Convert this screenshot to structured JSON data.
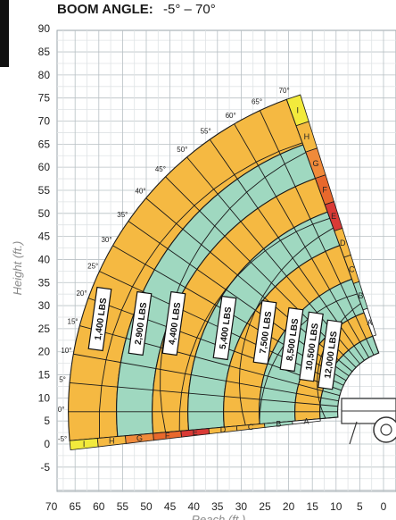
{
  "header": {
    "label": "BOOM ANGLE:",
    "range": "-5° – 70°"
  },
  "chart_data": {
    "type": "load-chart",
    "title": "BOOM ANGLE: -5° – 70°",
    "xlabel": "Reach (ft.)",
    "ylabel": "Height (ft.)",
    "xlim": [
      70,
      0
    ],
    "ylim": [
      -10,
      90
    ],
    "x_ticks": [
      70,
      65,
      60,
      55,
      50,
      45,
      40,
      35,
      30,
      25,
      20,
      15,
      10,
      5,
      0
    ],
    "y_ticks": [
      90,
      85,
      80,
      75,
      70,
      65,
      60,
      55,
      50,
      45,
      40,
      35,
      30,
      25,
      20,
      15,
      10,
      5,
      0,
      -5
    ],
    "grid": true,
    "boom_angles": [
      "-5°",
      "0°",
      "5°",
      "10°",
      "15°",
      "20°",
      "25°",
      "30°",
      "35°",
      "40°",
      "45°",
      "50°",
      "55°",
      "60°",
      "65°",
      "70°"
    ],
    "load_zones": [
      {
        "label": "1,400 LBS",
        "color": "#f5b942"
      },
      {
        "label": "2,900 LBS",
        "color": "#9fd8c0"
      },
      {
        "label": "4,400 LBS",
        "color": "#f5b942"
      },
      {
        "label": "5,400 LBS",
        "color": "#9fd8c0"
      },
      {
        "label": "7,500 LBS",
        "color": "#f5b942"
      },
      {
        "label": "8,500 LBS",
        "color": "#9fd8c0"
      },
      {
        "label": "10,500 LBS",
        "color": "#f5b942"
      },
      {
        "label": "12,000 LBS",
        "color": "#9fd8c0"
      }
    ],
    "extension_segments": [
      {
        "label": "I",
        "color": "#f2ea3c"
      },
      {
        "label": "H",
        "color": "#f5b942"
      },
      {
        "label": "G",
        "color": "#f08a3a"
      },
      {
        "label": "F",
        "color": "#e8682c"
      },
      {
        "label": "E",
        "color": "#d93a36"
      },
      {
        "label": "D",
        "color": "#f5b942"
      },
      {
        "label": "C",
        "color": "#f5b942"
      },
      {
        "label": "B",
        "color": "#9fd8c0"
      },
      {
        "label": "A",
        "color": "#ffffff"
      }
    ]
  }
}
